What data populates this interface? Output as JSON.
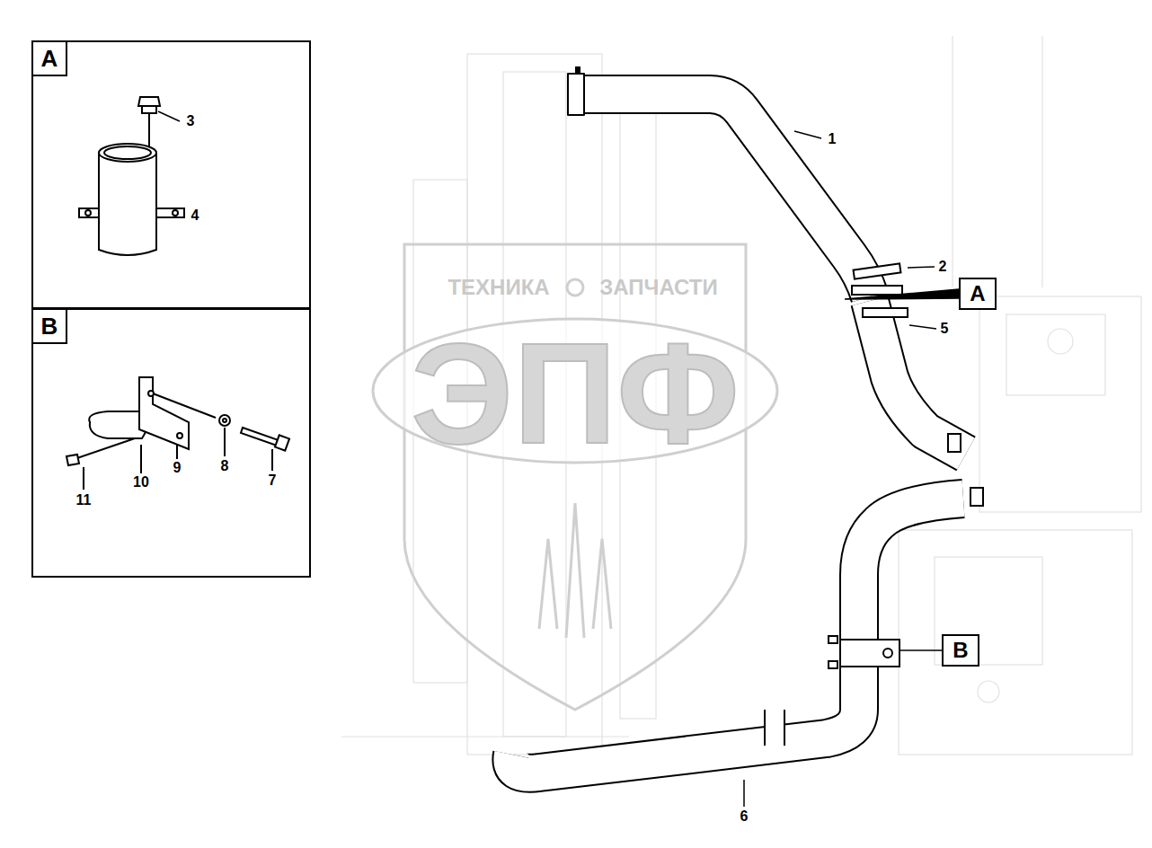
{
  "diagram": {
    "nodes": [
      {
        "text": [
          "A"
        ]
      },
      {
        "text": [
          "B"
        ]
      },
      {
        "text": [
          "A"
        ]
      },
      {
        "text": [
          "B"
        ]
      }
    ],
    "labels": [
      "3",
      "4",
      "8",
      "7",
      "11",
      "10",
      "9",
      "1",
      "2",
      "5",
      "6",
      "ТЕХНИКА",
      "ЗАПЧАСТИ",
      "ЭПФ"
    ]
  }
}
